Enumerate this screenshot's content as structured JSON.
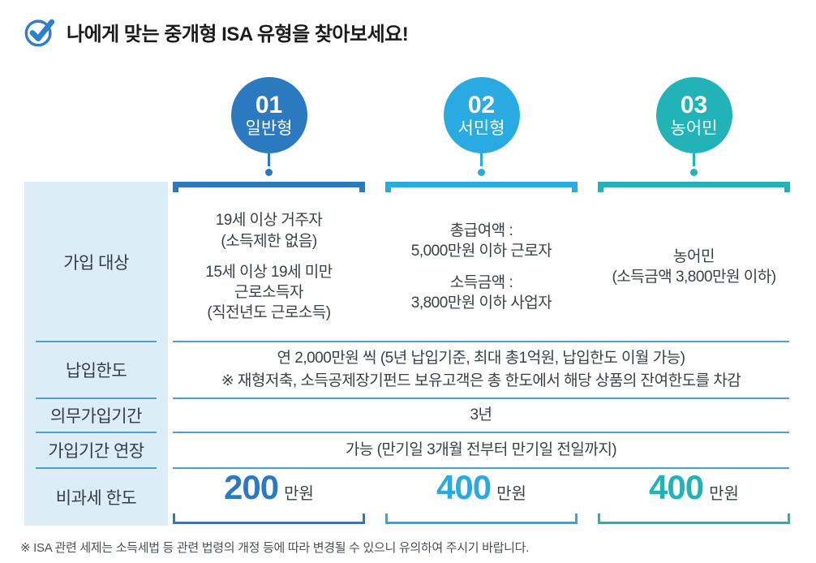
{
  "header": {
    "title": "나에게 맞는 중개형 ISA 유형을 찾아보세요!"
  },
  "columns": [
    {
      "number": "01",
      "name": "일반형",
      "color": "#2b7ac0",
      "eligibility_groups": [
        [
          "19세 이상 거주자",
          "(소득제한 없음)"
        ],
        [
          "15세 이상 19세 미만",
          "근로소득자",
          "(직전년도 근로소득)"
        ]
      ],
      "tax_free_amount": "200",
      "tax_free_unit": "만원"
    },
    {
      "number": "02",
      "name": "서민형",
      "color": "#29abe2",
      "eligibility_groups": [
        [
          "총급여액 :",
          "5,000만원 이하 근로자"
        ],
        [
          "소득금액 :",
          "3,800만원 이하 사업자"
        ]
      ],
      "tax_free_amount": "400",
      "tax_free_unit": "만원"
    },
    {
      "number": "03",
      "name": "농어민",
      "color": "#22b3b9",
      "eligibility_groups": [
        [
          "농어민",
          "(소득금액 3,800만원 이하)"
        ]
      ],
      "tax_free_amount": "400",
      "tax_free_unit": "만원"
    }
  ],
  "table": {
    "row_labels": [
      "가입 대상",
      "납입한도",
      "의무가입기간",
      "가입기간 연장",
      "비과세 한도"
    ],
    "deposit_limit": {
      "line1": "연 2,000만원 씩 (5년 납입기준, 최대 총1억원, 납입한도 이월 가능)",
      "line2": "※ 재형저축, 소득공제장기펀드 보유고객은 총 한도에서 해당 상품의 잔여한도를 차감"
    },
    "mandatory_period": "3년",
    "extension": "가능 (만기일 3개월 전부터 만기일 전일까지)"
  },
  "footer": {
    "note": "※ ISA 관련 세제는 소득세법 등 관련 법령의 개정 등에 따라 변경될 수 있으니 유의하여 주시기 바랍니다."
  },
  "colors": {
    "type_general": "#2b7ac0",
    "type_seomin": "#29abe2",
    "type_nongeomin": "#22b3b9",
    "label_column_bg": "#dcedf8",
    "divider": "#4d9dd6"
  }
}
